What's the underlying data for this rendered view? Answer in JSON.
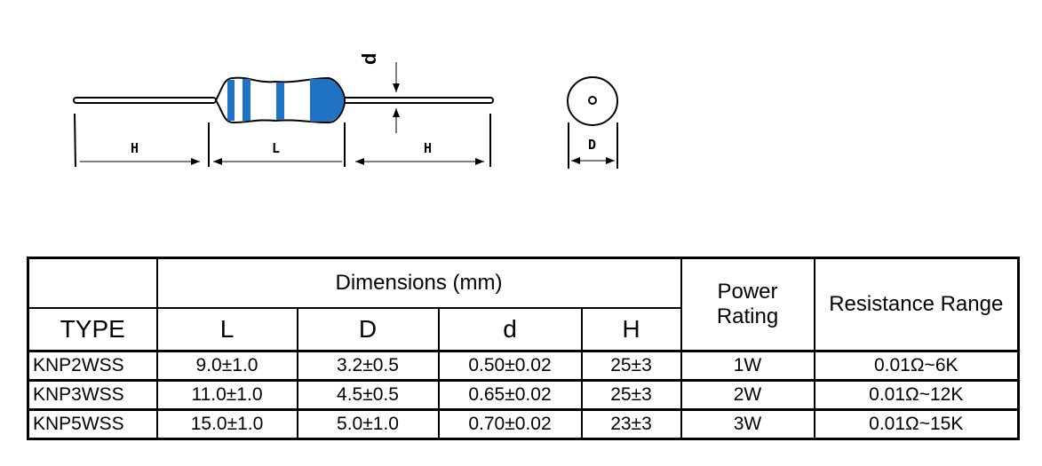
{
  "diagram": {
    "labels": {
      "h_left": "H",
      "l": "L",
      "h_right": "H",
      "d_small": "d",
      "d_big": "D"
    },
    "colors": {
      "band": "#1f73c4",
      "line": "#000000"
    }
  },
  "table": {
    "dimensions_header": "Dimensions (mm)",
    "type_header": "TYPE",
    "power_header_1": "Power",
    "power_header_2": "Rating",
    "resistance_header": "Resistance Range",
    "columns": [
      "L",
      "D",
      "d",
      "H"
    ],
    "rows": [
      {
        "type": "KNP2WSS",
        "L": "9.0±1.0",
        "D": "3.2±0.5",
        "d": "0.50±0.02",
        "H": "25±3",
        "power": "1W",
        "range": "0.01Ω~6K"
      },
      {
        "type": "KNP3WSS",
        "L": "11.0±1.0",
        "D": "4.5±0.5",
        "d": "0.65±0.02",
        "H": "25±3",
        "power": "2W",
        "range": "0.01Ω~12K"
      },
      {
        "type": "KNP5WSS",
        "L": "15.0±1.0",
        "D": "5.0±1.0",
        "d": "0.70±0.02",
        "H": "23±3",
        "power": "3W",
        "range": "0.01Ω~15K"
      }
    ]
  }
}
